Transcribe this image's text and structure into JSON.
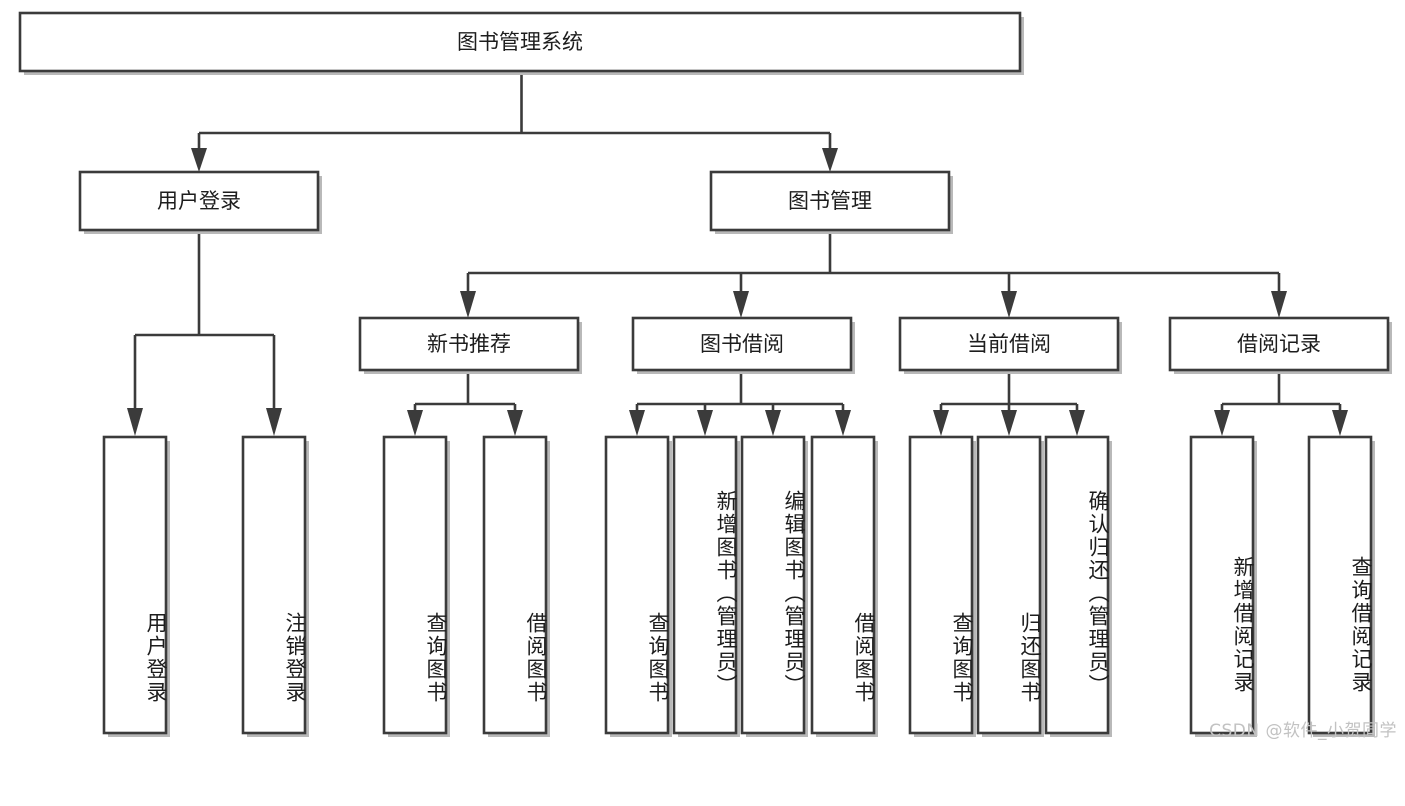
{
  "diagram": {
    "title": "图书管理系统",
    "type": "tree-hierarchy-chart",
    "orientation": "top-down",
    "root": {
      "id": "root",
      "label": "图书管理系统",
      "text_direction": "horizontal"
    },
    "level1": [
      {
        "id": "user-login",
        "label": "用户登录",
        "text_direction": "horizontal"
      },
      {
        "id": "book-management",
        "label": "图书管理",
        "text_direction": "horizontal"
      }
    ],
    "level2": [
      {
        "id": "new-book-recommend",
        "label": "新书推荐",
        "parent": "book-management",
        "text_direction": "horizontal"
      },
      {
        "id": "book-borrow",
        "label": "图书借阅",
        "parent": "book-management",
        "text_direction": "horizontal"
      },
      {
        "id": "current-borrow",
        "label": "当前借阅",
        "parent": "book-management",
        "text_direction": "horizontal"
      },
      {
        "id": "borrow-record",
        "label": "借阅记录",
        "parent": "book-management",
        "text_direction": "horizontal"
      }
    ],
    "leaves": [
      {
        "id": "leaf-user-login",
        "label": "用户登录",
        "parent": "user-login",
        "text_direction": "vertical"
      },
      {
        "id": "leaf-user-logout",
        "label": "注销登录",
        "parent": "user-login",
        "text_direction": "vertical"
      },
      {
        "id": "leaf-query-book-1",
        "label": "查询图书",
        "parent": "new-book-recommend",
        "text_direction": "vertical"
      },
      {
        "id": "leaf-borrow-book-1",
        "label": "借阅图书",
        "parent": "new-book-recommend",
        "text_direction": "vertical"
      },
      {
        "id": "leaf-query-book-2",
        "label": "查询图书",
        "parent": "book-borrow",
        "text_direction": "vertical"
      },
      {
        "id": "leaf-add-book",
        "label": "新增图书（管理员）",
        "parent": "book-borrow",
        "text_direction": "vertical"
      },
      {
        "id": "leaf-edit-book",
        "label": "编辑图书（管理员）",
        "parent": "book-borrow",
        "text_direction": "vertical"
      },
      {
        "id": "leaf-borrow-book-2",
        "label": "借阅图书",
        "parent": "book-borrow",
        "text_direction": "vertical"
      },
      {
        "id": "leaf-query-book-3",
        "label": "查询图书",
        "parent": "current-borrow",
        "text_direction": "vertical"
      },
      {
        "id": "leaf-return-book",
        "label": "归还图书",
        "parent": "current-borrow",
        "text_direction": "vertical"
      },
      {
        "id": "leaf-confirm-return",
        "label": "确认归还（管理员）",
        "parent": "current-borrow",
        "text_direction": "vertical"
      },
      {
        "id": "leaf-add-record",
        "label": "新增借阅记录",
        "parent": "borrow-record",
        "text_direction": "vertical"
      },
      {
        "id": "leaf-query-record",
        "label": "查询借阅记录",
        "parent": "borrow-record",
        "text_direction": "vertical"
      }
    ]
  },
  "watermark": {
    "text": "CSDN @软件_小贺同学"
  },
  "colors": {
    "box_stroke": "#3b3b3b",
    "box_fill": "#ffffff",
    "shadow": "#b9b9b9",
    "text": "#1d1d1d",
    "background": "#ffffff",
    "watermark": "#c2c2c2"
  }
}
